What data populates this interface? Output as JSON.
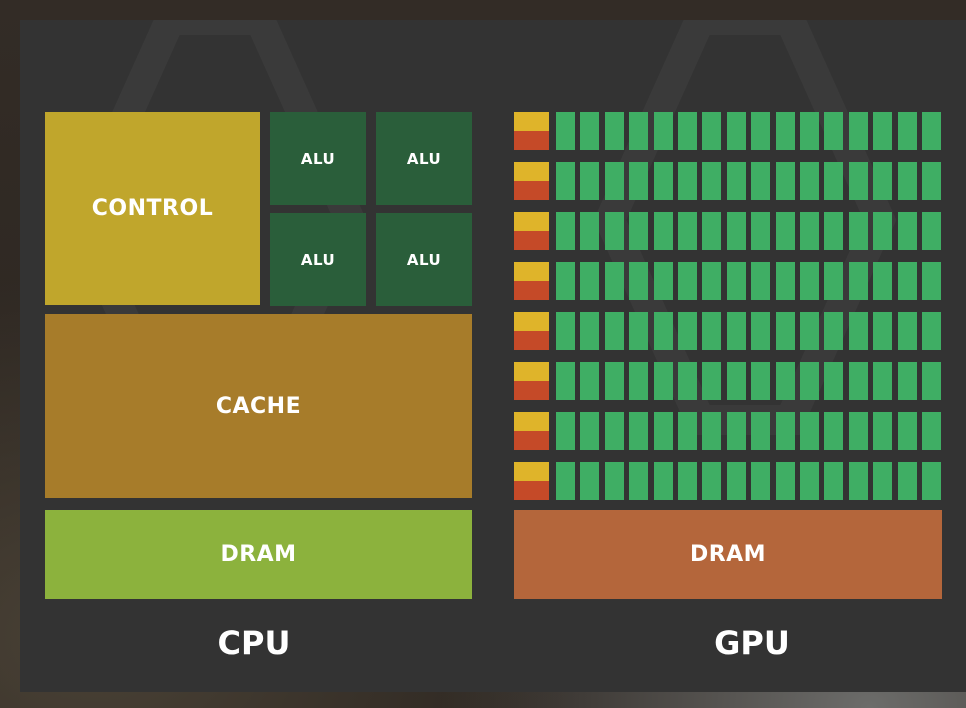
{
  "cpu": {
    "control_label": "CONTROL",
    "alu_labels": [
      "ALU",
      "ALU",
      "ALU",
      "ALU"
    ],
    "cache_label": "CACHE",
    "dram_label": "DRAM",
    "title": "CPU"
  },
  "gpu": {
    "dram_label": "DRAM",
    "title": "GPU",
    "grid": {
      "rows": 8,
      "cores_per_row": 16
    }
  },
  "colors": {
    "panel": "#333333",
    "control": "#c0a62c",
    "alu": "#2a5e3a",
    "cache": "#a77c2a",
    "cpu_dram": "#8cb23d",
    "gpu_dram": "#b4663b",
    "gpu_core": "#3fae64",
    "gpu_control": "#dfb42a",
    "gpu_cache": "#c54a28"
  }
}
